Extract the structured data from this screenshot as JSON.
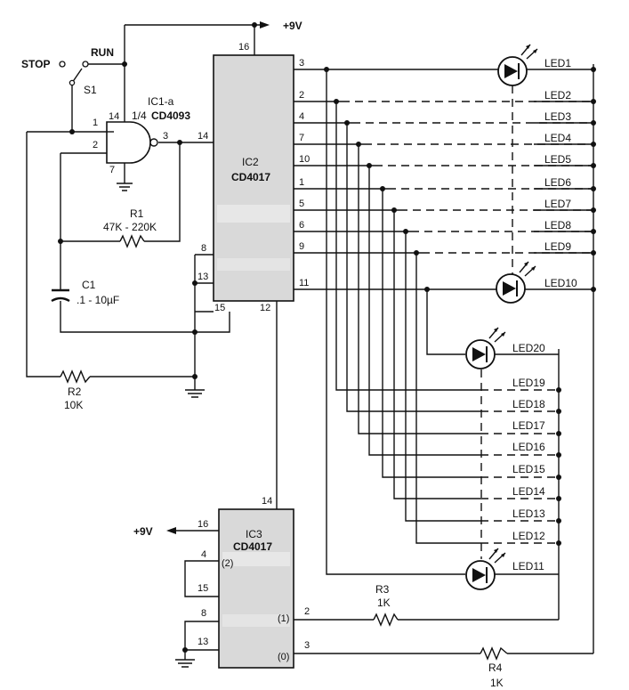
{
  "supply": {
    "top": "+9V",
    "ic3": "+9V"
  },
  "switch": {
    "stop": "STOP",
    "run": "RUN",
    "name": "S1"
  },
  "ic1": {
    "name": "IC1-a",
    "desc": "1/4",
    "part": "CD4093",
    "pins": [
      "1",
      "2",
      "3",
      "7",
      "14"
    ]
  },
  "ic2": {
    "name": "IC2",
    "part": "CD4017",
    "pin_top": "16",
    "pin_left": [
      "14",
      "8",
      "13",
      "15"
    ],
    "pin_bottom": "12",
    "pins_right": [
      "3",
      "2",
      "4",
      "7",
      "10",
      "1",
      "5",
      "6",
      "9",
      "11"
    ]
  },
  "ic3": {
    "name": "IC3",
    "part": "CD4017",
    "pin_top": "14",
    "pins_left": [
      "16",
      "4",
      "15",
      "8",
      "13"
    ],
    "pins_right": [
      "2",
      "3"
    ],
    "inner": [
      "(2)",
      "(1)",
      "(0)"
    ]
  },
  "r1": {
    "name": "R1",
    "value": "47K - 220K"
  },
  "c1": {
    "name": "C1",
    "value": ".1 - 10µF"
  },
  "r2": {
    "name": "R2",
    "value": "10K"
  },
  "r3": {
    "name": "R3",
    "value": "1K"
  },
  "r4": {
    "name": "R4",
    "value": "1K"
  },
  "leds_right": [
    "LED1",
    "LED2",
    "LED3",
    "LED4",
    "LED5",
    "LED6",
    "LED7",
    "LED8",
    "LED9",
    "LED10"
  ],
  "leds_left": [
    "LED20",
    "LED19",
    "LED18",
    "LED17",
    "LED16",
    "LED15",
    "LED14",
    "LED13",
    "LED12",
    "LED11"
  ]
}
